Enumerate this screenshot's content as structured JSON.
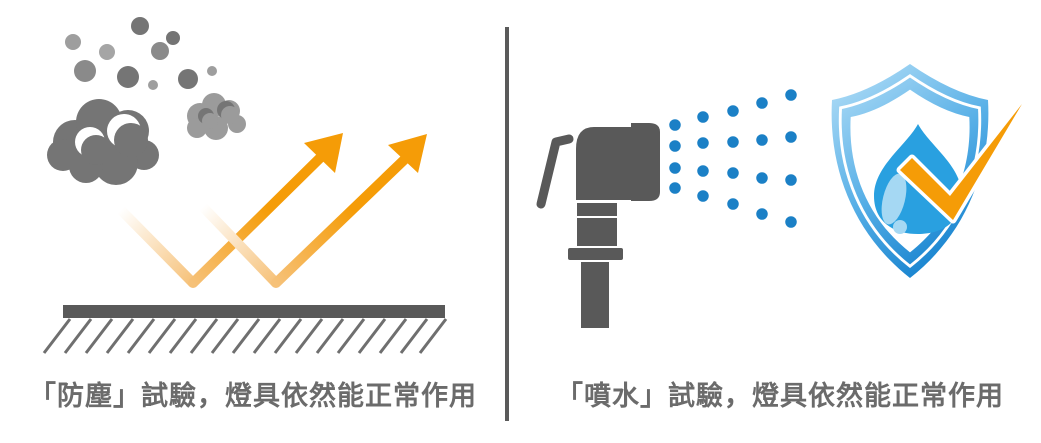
{
  "panels": [
    {
      "id": "dustproof-test",
      "caption": "「防塵」試驗，燈具依然能正常作用",
      "icons": [
        "dust-cloud-icon",
        "dust-particles-icon",
        "bounce-arrows-icon",
        "ground-surface-icon"
      ]
    },
    {
      "id": "water-spray-test",
      "caption": "「噴水」試驗，燈具依然能正常作用",
      "icons": [
        "spray-nozzle-icon",
        "water-droplets-icon",
        "shield-icon",
        "water-drop-icon",
        "checkmark-icon"
      ]
    }
  ],
  "palette": {
    "arrow_orange": "#F59C07",
    "arrow_fade_cream": "#F6C178",
    "dark_gray": "#595959",
    "cloud_gray": "#757575",
    "small_cloud_gray": "#9B9B9B",
    "hatch_gray": "#6F6F6F",
    "text_gray": "#6B6B6B",
    "divider_gray": "#5A5A5A",
    "droplet_blue": "#1B80C6",
    "drop_blue": "#29A0E0",
    "drop_highlight_blue": "#A5D8F3",
    "shield_blue_light": "#A9D9F5",
    "shield_blue_dark": "#0D7CCB",
    "white": "#FFFFFF"
  }
}
